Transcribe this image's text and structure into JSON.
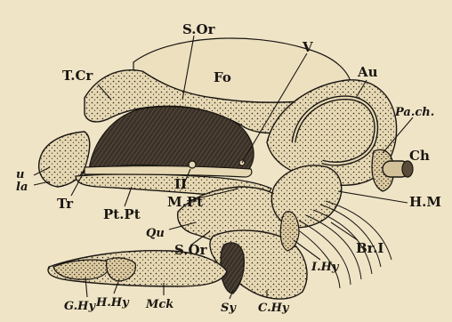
{
  "figure": {
    "labels": {
      "SOr": "S.Or",
      "V": "V",
      "Fo": "Fo",
      "Au": "Au",
      "TCr": "T.Cr",
      "Pach": "Pa.ch.",
      "Ch": "Ch",
      "HM": "H.M",
      "u": "u",
      "la": "la",
      "Tr": "Tr",
      "PtPt": "Pt.Pt",
      "II": "II",
      "MPt": "M.Pt",
      "Qu": "Qu",
      "SOr2": "S.Or",
      "BrI": "Br.I",
      "IHy": "I.Hy",
      "GHy": "G.Hy",
      "HHy": "H.Hy",
      "Mck": "Mck",
      "Sy": "Sy",
      "CHy": "C.Hy"
    }
  }
}
